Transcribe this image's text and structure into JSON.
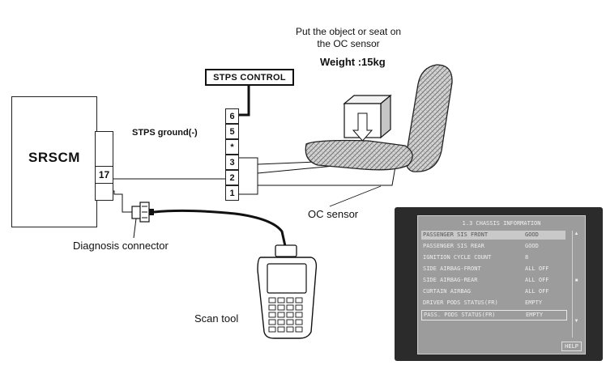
{
  "instruction": {
    "line1": "Put the object or seat on",
    "line2": "the OC sensor",
    "weight": "Weight :15kg"
  },
  "labels": {
    "stps_control": "STPS CONTROL",
    "stps_ground": "STPS ground(-)",
    "srscm": "SRSCM",
    "srscm_pin": "17",
    "oc_sensor": "OC sensor",
    "diagnosis_connector": "Diagnosis connector",
    "scan_tool": "Scan tool"
  },
  "connector_pins": [
    "6",
    "5",
    "*",
    "3",
    "2",
    "1"
  ],
  "screen": {
    "title": "1.3 CHASSIS INFORMATION",
    "rows": [
      {
        "label": "PASSENGER SIS FRONT",
        "value": "GOOD"
      },
      {
        "label": "PASSENGER SIS REAR",
        "value": "GOOD"
      },
      {
        "label": "IGNITION CYCLE COUNT",
        "value": "8"
      },
      {
        "label": "SIDE AIRBAG-FRONT",
        "value": "ALL OFF"
      },
      {
        "label": "SIDE AIRBAG-REAR",
        "value": "ALL OFF"
      },
      {
        "label": "CURTAIN AIRBAG",
        "value": "ALL OFF"
      },
      {
        "label": "DRIVER PODS STATUS(FR)",
        "value": "EMPTY"
      },
      {
        "label": "PASS. PODS STATUS(FR)",
        "value": "EMPTY"
      }
    ],
    "help_label": "HELP"
  },
  "colors": {
    "line": "#111111",
    "monitor_bezel": "#2b2b2b",
    "screen_bg": "#9c9c9c",
    "screen_highlight": "#c9c9c9"
  }
}
